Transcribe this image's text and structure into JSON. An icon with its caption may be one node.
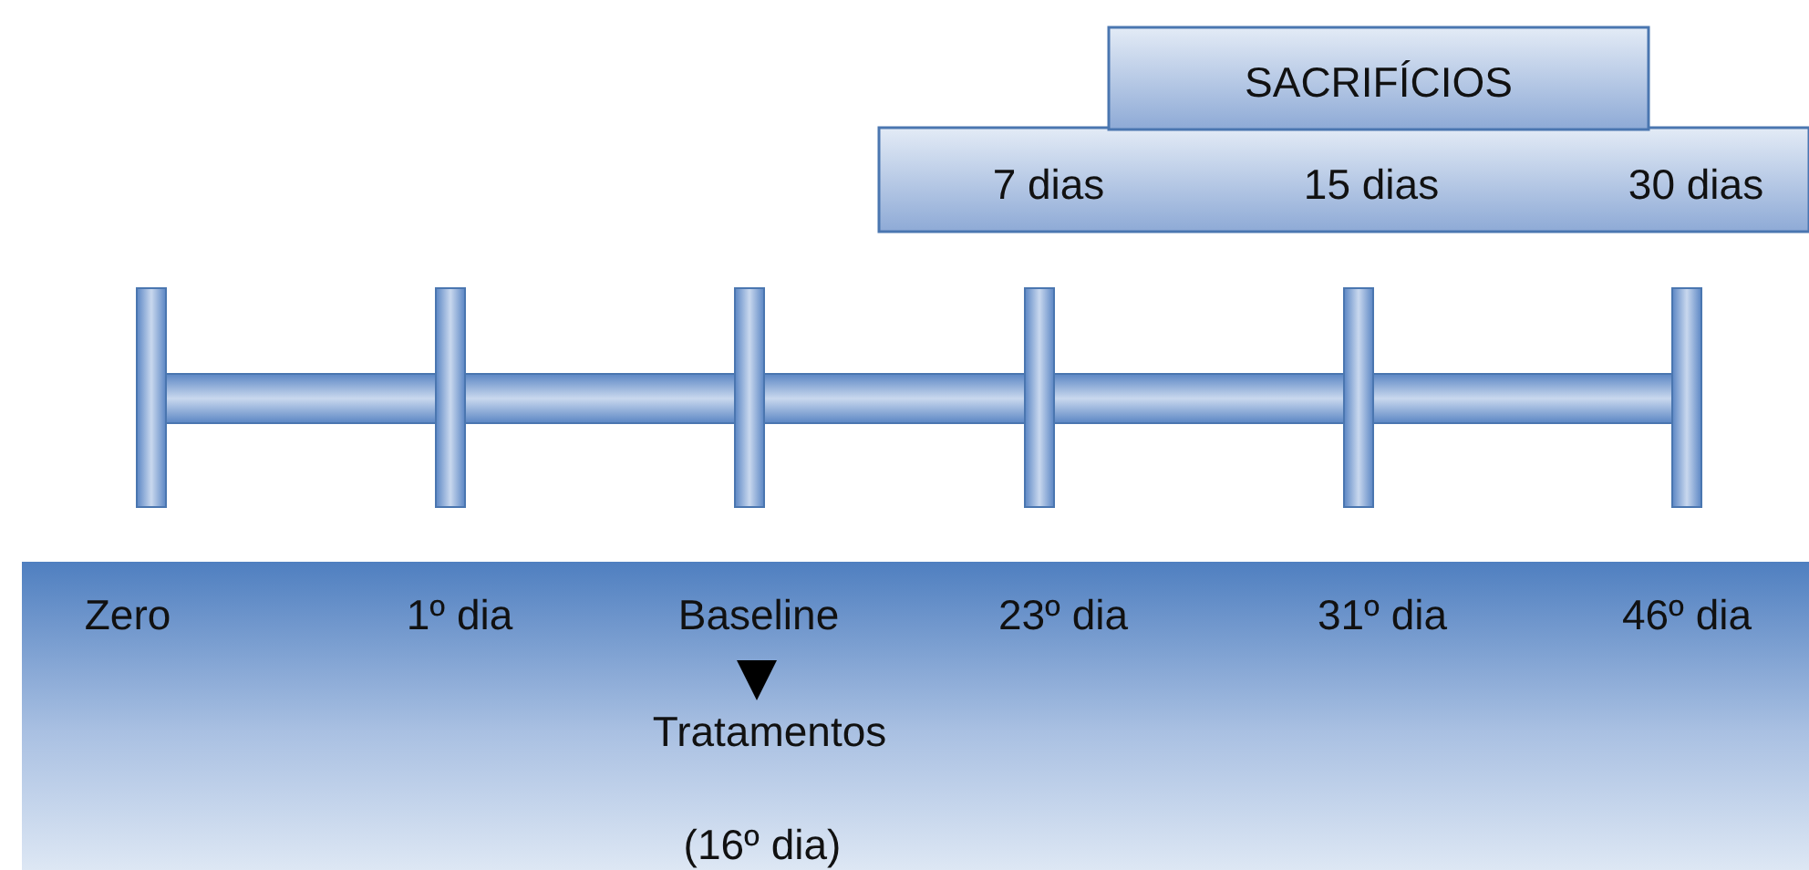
{
  "diagram": {
    "nodes": [
      {
        "text": [
          "SACRIFÍCIOS"
        ]
      },
      {
        "text": [
          "7 dias",
          "15 dias",
          "30 dias"
        ]
      },
      {
        "text": [
          "Zero",
          "1º dia",
          "Baseline",
          "23º dia",
          "31º dia",
          "46º dia",
          "Tratamentos",
          "(16º dia)"
        ]
      }
    ],
    "edges": []
  }
}
